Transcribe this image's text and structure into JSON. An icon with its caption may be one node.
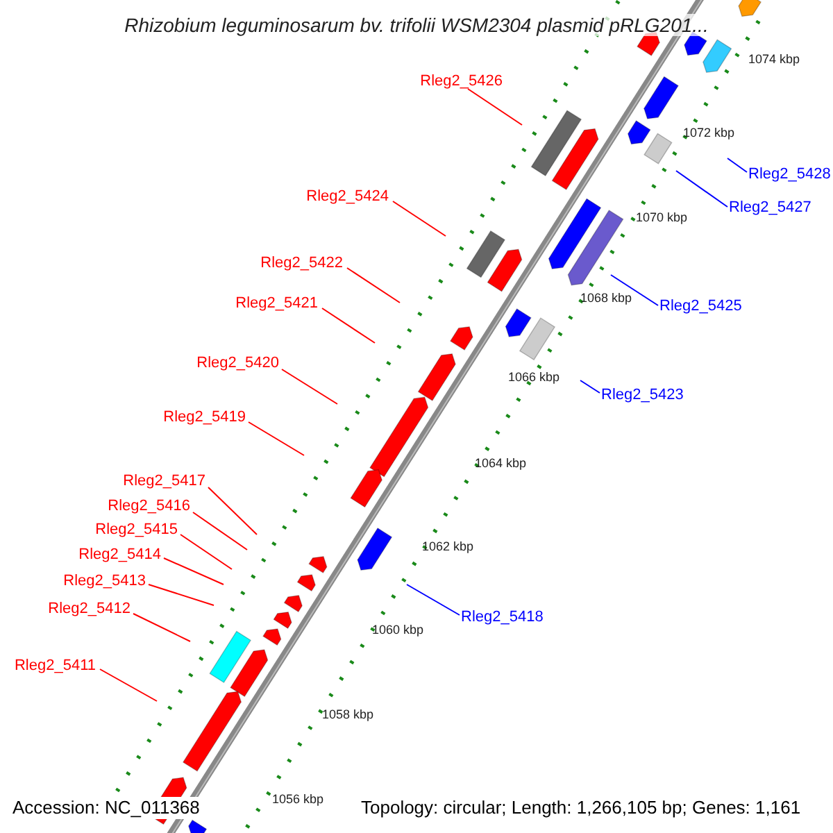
{
  "diagram": {
    "title": "Rhizobium leguminosarum bv. trifolii WSM2304 plasmid pRLG201...",
    "nodes": [
      {
        "text": [
          "Rleg2_5426"
        ]
      },
      {
        "text": [
          "Rleg2_5428"
        ]
      },
      {
        "text": [
          "Rleg2_5427"
        ]
      },
      {
        "text": [
          "Rleg2_5424"
        ]
      },
      {
        "text": [
          "Rleg2_5422"
        ]
      },
      {
        "text": [
          "Rleg2_5425"
        ]
      },
      {
        "text": [
          "Rleg2_5421"
        ]
      },
      {
        "text": [
          "Rleg2_5423"
        ]
      },
      {
        "text": [
          "Rleg2_5420"
        ]
      },
      {
        "text": [
          "Rleg2_5419"
        ]
      },
      {
        "text": [
          "Rleg2_5417"
        ]
      },
      {
        "text": [
          "Rleg2_5416"
        ]
      },
      {
        "text": [
          "Rleg2_5415"
        ]
      },
      {
        "text": [
          "Rleg2_5414"
        ]
      },
      {
        "text": [
          "Rleg2_5418"
        ]
      },
      {
        "text": [
          "Rleg2_5413"
        ]
      },
      {
        "text": [
          "Rleg2_5412"
        ]
      },
      {
        "text": [
          "Rleg2_5411"
        ]
      }
    ],
    "edges": [
      {
        "from": 0,
        "to": null,
        "arrow": "none"
      },
      {
        "from": 1,
        "to": null,
        "arrow": "none",
        "color": "#0000ff"
      },
      {
        "from": 2,
        "to": null,
        "arrow": "none",
        "color": "#0000ff"
      },
      {
        "from": 3,
        "to": null,
        "arrow": "none"
      },
      {
        "from": 4,
        "to": null,
        "arrow": "none"
      },
      {
        "from": 5,
        "to": null,
        "arrow": "none",
        "color": "#0000ff"
      },
      {
        "from": 6,
        "to": null,
        "arrow": "none"
      },
      {
        "from": 7,
        "to": null,
        "arrow": "none",
        "color": "#0000ff"
      },
      {
        "from": 8,
        "to": null,
        "arrow": "none"
      },
      {
        "from": 9,
        "to": null,
        "arrow": "none"
      },
      {
        "from": 10,
        "to": null,
        "arrow": "none"
      },
      {
        "from": 11,
        "to": null,
        "arrow": "none"
      },
      {
        "from": 12,
        "to": null,
        "arrow": "none"
      },
      {
        "from": 13,
        "to": null,
        "arrow": "none"
      },
      {
        "from": 14,
        "to": null,
        "arrow": "none",
        "color": "#0000ff"
      },
      {
        "from": 15,
        "to": null,
        "arrow": "none"
      },
      {
        "from": 16,
        "to": null,
        "arrow": "none"
      },
      {
        "from": 17,
        "to": null,
        "arrow": "none"
      }
    ],
    "labels": [
      "1074 kbp",
      "1072 kbp",
      "1070 kbp",
      "1068 kbp",
      "1066 kbp",
      "1064 kbp",
      "1062 kbp",
      "1060 kbp",
      "1058 kbp",
      "1056 kbp",
      "Accession: NC_011368",
      "Topology: circular; Length: 1,266,105 bp; Genes: 1,161"
    ]
  }
}
